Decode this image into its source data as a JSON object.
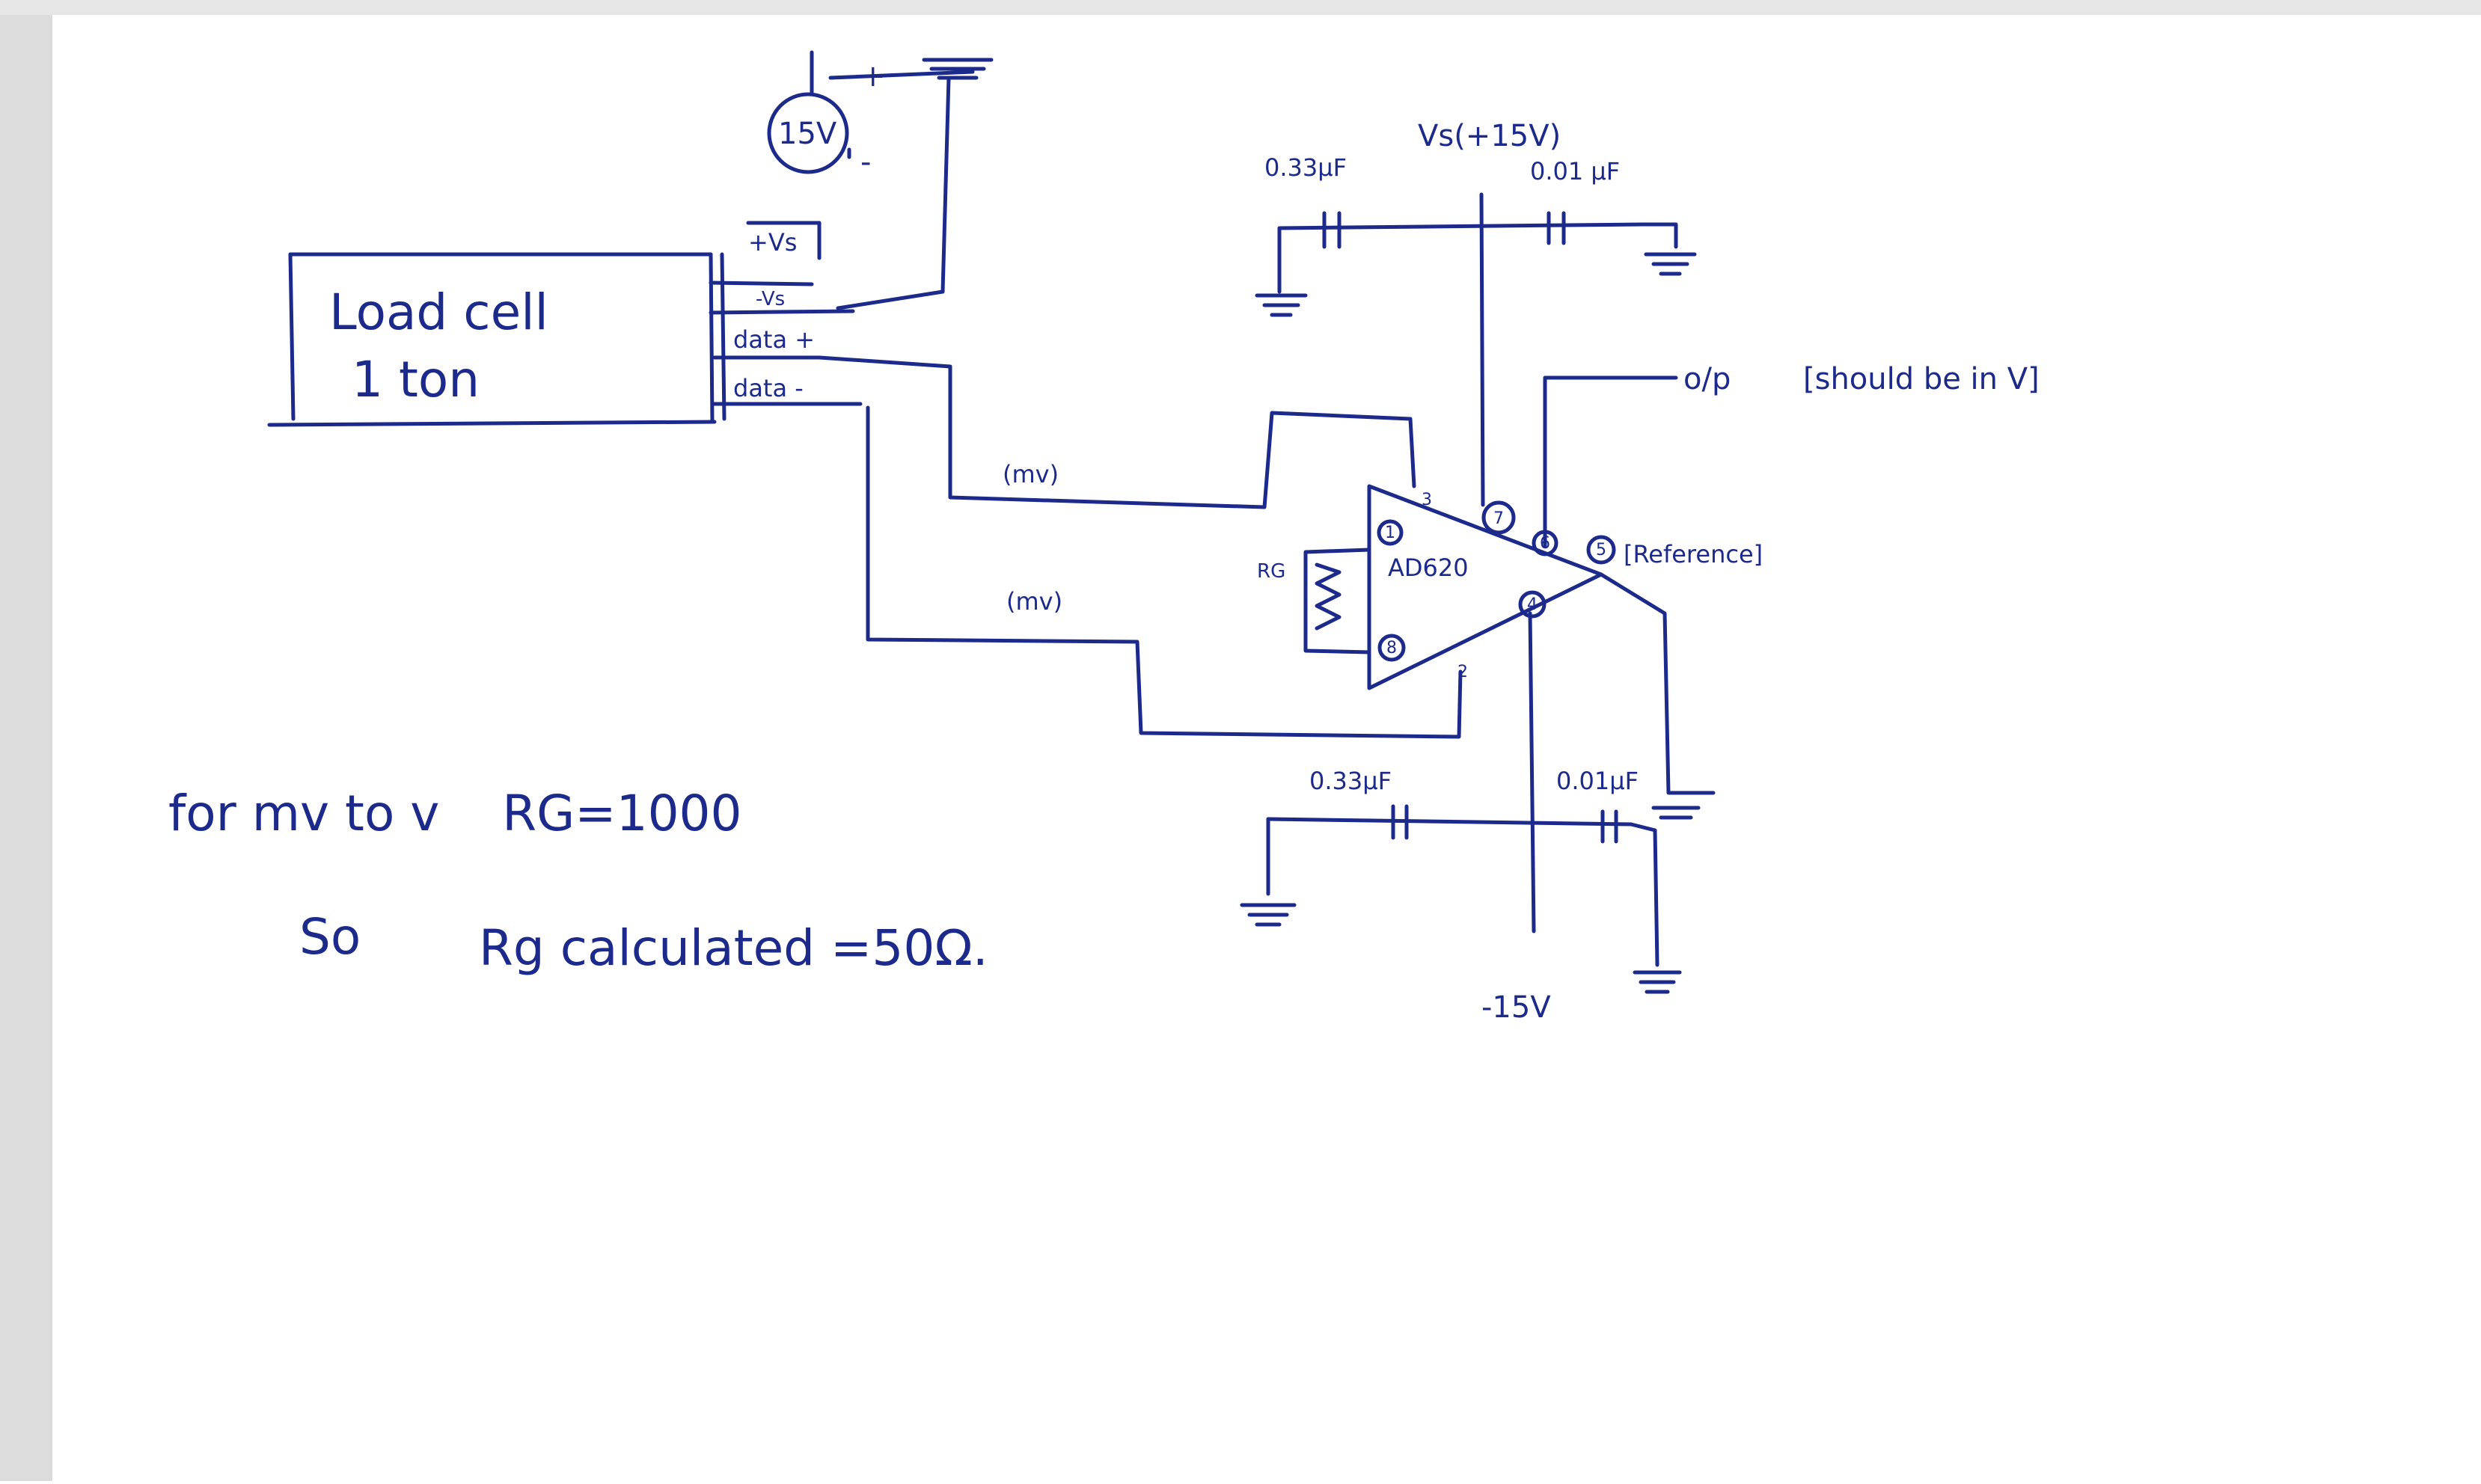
{
  "colors": {
    "ink": "#1c2a8c",
    "paper": "#ffffff",
    "paper_shadow": "#d7d7d7"
  },
  "battery": {
    "value": "15V",
    "plus": "+",
    "minus": "-"
  },
  "load_cell": {
    "title": "Load cell",
    "subtitle": "1 ton",
    "pins": [
      "+Vs",
      "-Vs",
      "data +",
      "data -"
    ]
  },
  "top_supply": {
    "label": "Vs(+15V)",
    "cap_left": "0.33µF",
    "cap_right": "0.01 µF"
  },
  "bottom_supply": {
    "label": "-15V",
    "cap_left": "0.33µF",
    "cap_right": "0.01µF"
  },
  "signals": {
    "upper": "(mv)",
    "lower": "(mv)"
  },
  "amp": {
    "name": "AD620",
    "rg_label": "RG",
    "pins": [
      "3",
      "1",
      "7",
      "6",
      "5",
      "4",
      "8",
      "2"
    ]
  },
  "output": {
    "label": "o/p",
    "note": "[should be in V]"
  },
  "reference": {
    "label": "[Reference]"
  },
  "notes": {
    "line1": "for mv to v    RG=1000",
    "line2_prefix": "So",
    "line2": "Rg calculated =50Ω."
  }
}
